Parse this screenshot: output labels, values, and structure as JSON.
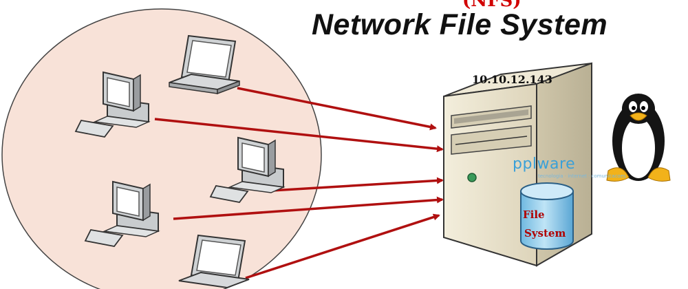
{
  "header": {
    "subtitle": "(NFS)",
    "title": "Network File System"
  },
  "server": {
    "ip_address": "10.10.12.143",
    "brand": "pplware",
    "brand_tagline": "tecnologia · internet · comunicacoes"
  },
  "storage": {
    "label_line1": "File",
    "label_line2": "System"
  },
  "icons": {
    "os_logo": "linux-tux-penguin-icon",
    "client_desktop": "desktop-computer-icon",
    "client_laptop": "laptop-icon",
    "server": "server-tower-icon",
    "storage": "database-cylinder-icon"
  },
  "colors": {
    "client_zone_fill": "#f8e2d8",
    "arrow": "#b01010",
    "title": "#111111",
    "subtitle": "#d10000",
    "storage_fill": "#9ad0ec",
    "server_body": "#e8e1cc"
  }
}
